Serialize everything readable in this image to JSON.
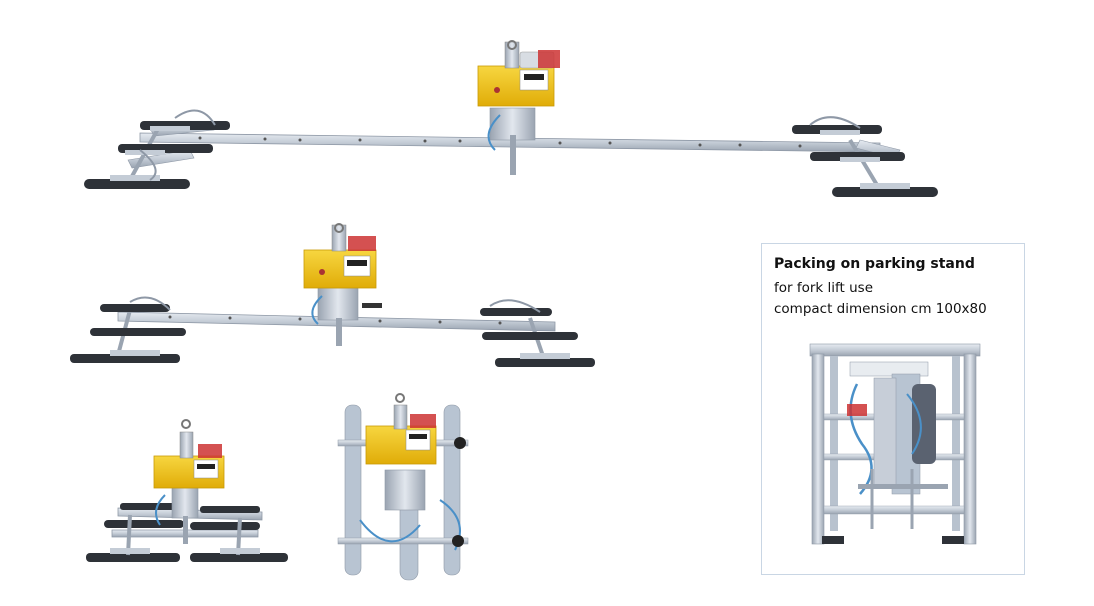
{
  "info_box": {
    "title": "Packing on parking stand",
    "line1": "for fork lift use",
    "line2": "compact dimension cm 100x80"
  },
  "colors": {
    "aluminium": "#c4ccd6",
    "aluminium_dark": "#8e98a6",
    "pad": "#2e3238",
    "control_box": "#f2c318",
    "hose": "#4a90c8",
    "box_border": "#c9d6e4"
  },
  "icons": [
    "vacuum-lifter-large",
    "vacuum-lifter-medium",
    "vacuum-lifter-compact",
    "vacuum-lifter-vertical",
    "parking-stand"
  ]
}
